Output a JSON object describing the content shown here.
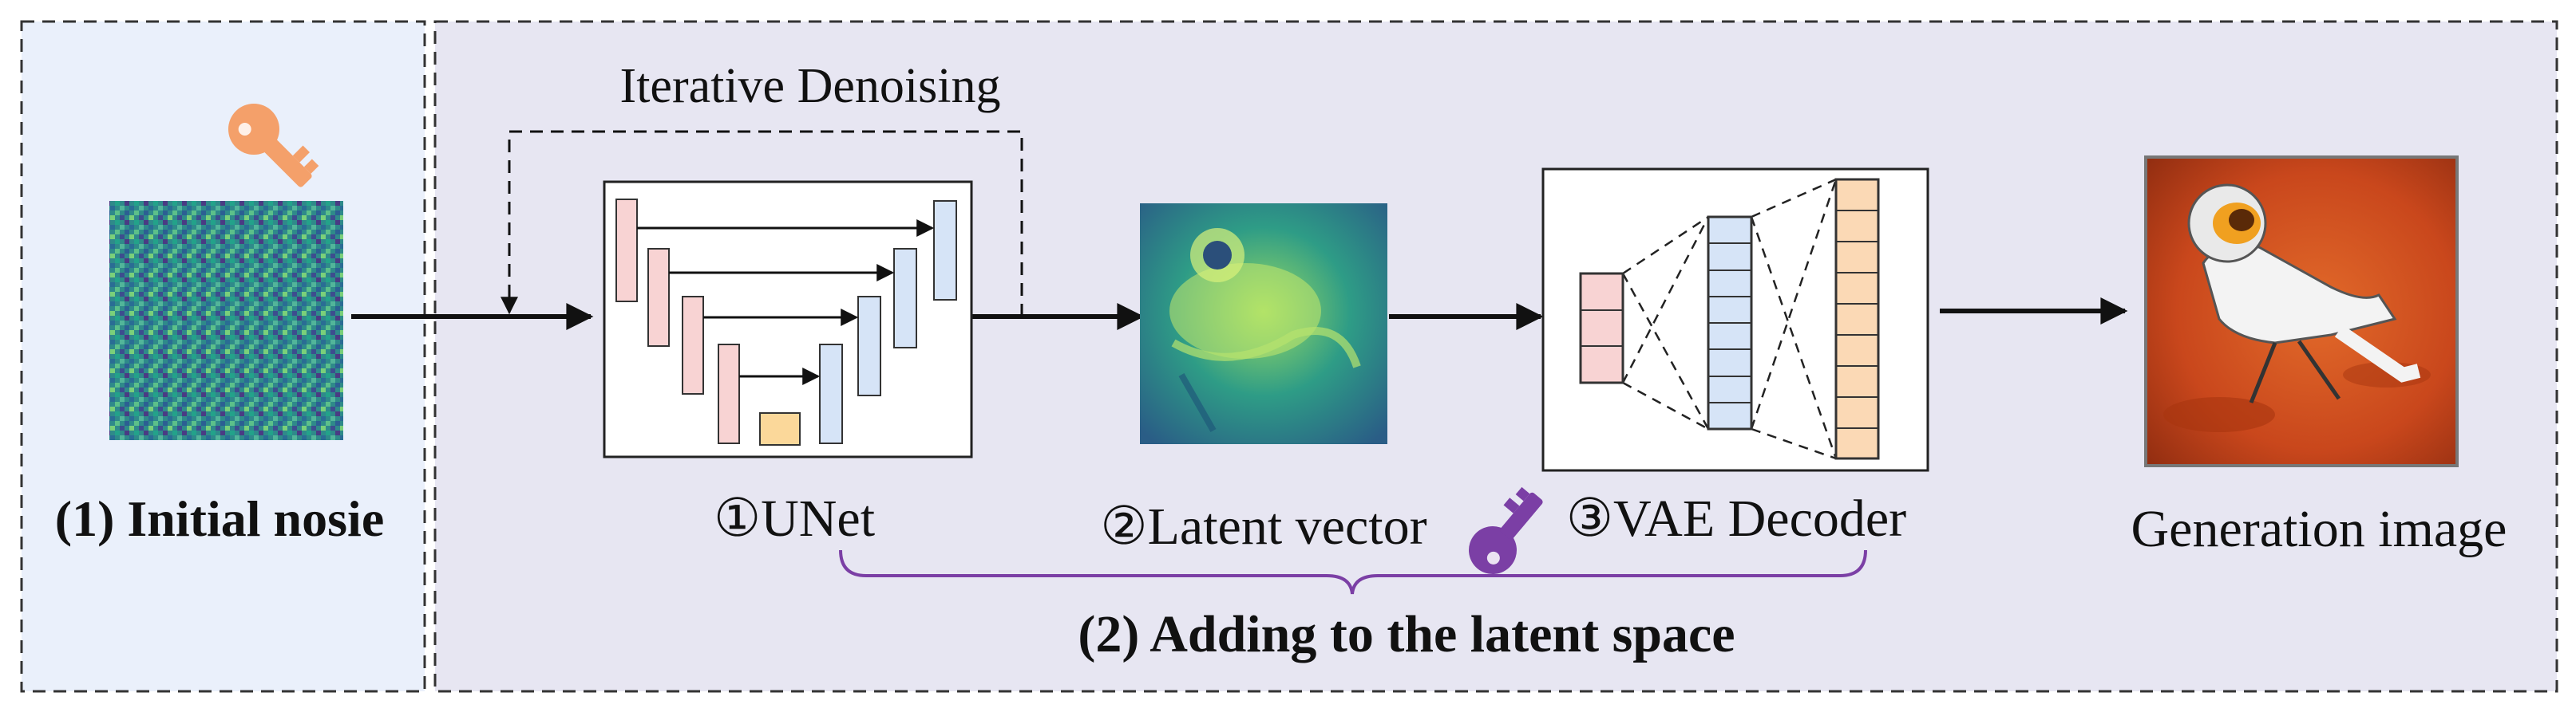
{
  "panels": {
    "initial_noise": {
      "title": "(1) Initial nosie"
    },
    "latent_space": {
      "title": "(2) Adding to the latent space"
    }
  },
  "loop": {
    "label": "Iterative Denoising"
  },
  "components": {
    "unet": {
      "label": "①UNet"
    },
    "latent": {
      "label": "②Latent vector"
    },
    "vae": {
      "label": "③VAE Decoder"
    },
    "output": {
      "label": "Generation image"
    }
  },
  "colors": {
    "panel_left_bg": "#eaf0fb",
    "panel_right_bg": "#e7e6f2",
    "key_orange": "#f4a06a",
    "key_purple": "#7b3fa5",
    "brace": "#7b3fa5",
    "unet_encoder": "#f8d3d3",
    "unet_decoder": "#d6e4f7",
    "unet_bottleneck": "#fbd89a",
    "vae_input": "#f8d3d3",
    "vae_hidden": "#d6e4f7",
    "vae_output": "#fbd9b5"
  },
  "icons": [
    "key-icon-orange",
    "key-icon-purple"
  ]
}
